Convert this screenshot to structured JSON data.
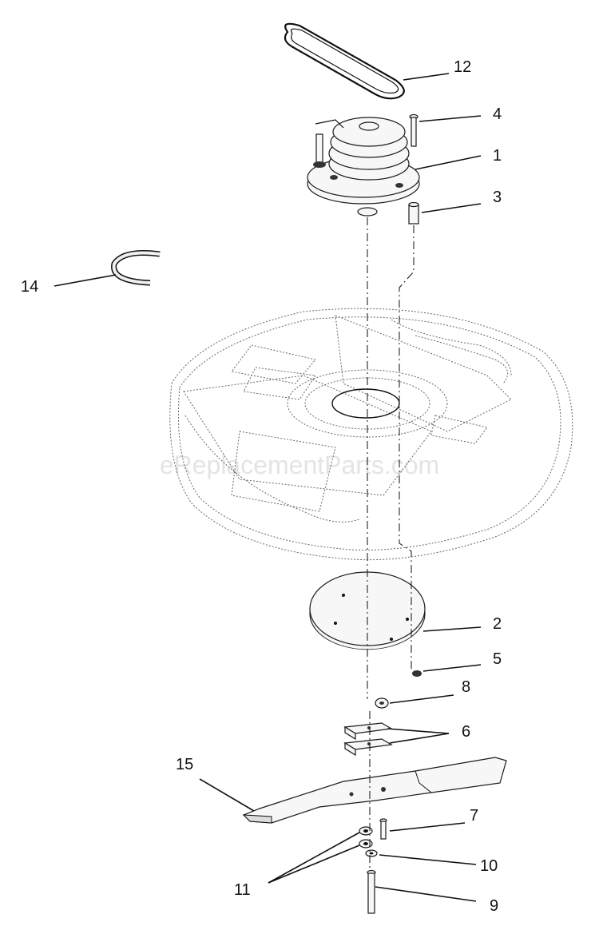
{
  "watermark": "eReplacementParts.com",
  "callouts": {
    "c1": "1",
    "c2": "2",
    "c3": "3",
    "c4": "4",
    "c5": "5",
    "c6": "6",
    "c7": "7",
    "c8": "8",
    "c9": "9",
    "c10": "10",
    "c11": "11",
    "c12": "12",
    "c14": "14",
    "c15": "15"
  }
}
